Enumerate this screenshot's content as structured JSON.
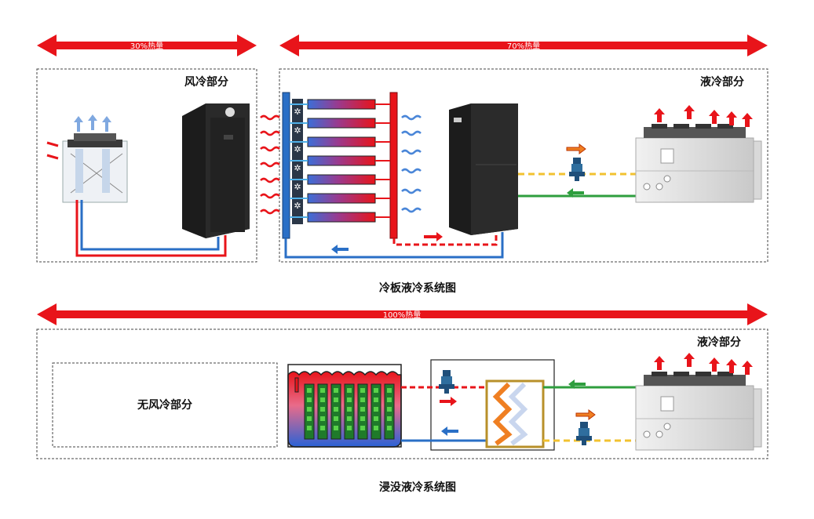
{
  "diagram": {
    "top": {
      "arrow_left_label": "30%热量",
      "arrow_right_label": "70%热量",
      "air_section_label": "风冷部分",
      "liquid_section_label": "液冷部分",
      "caption": "冷板液冷系统图"
    },
    "bottom": {
      "arrow_label": "100%热量",
      "no_air_label": "无风冷部分",
      "liquid_section_label": "液冷部分",
      "caption": "浸没液冷系统图"
    }
  },
  "colors": {
    "heat_red": "#e8141a",
    "supply_blue": "#2a6fc6",
    "return_green": "#2e9e3e",
    "dashed_yellow": "#f2c230",
    "cabinet_black": "#1c1c1c",
    "hx_orange": "#ef7f22",
    "hx_frame": "#b8902a"
  }
}
